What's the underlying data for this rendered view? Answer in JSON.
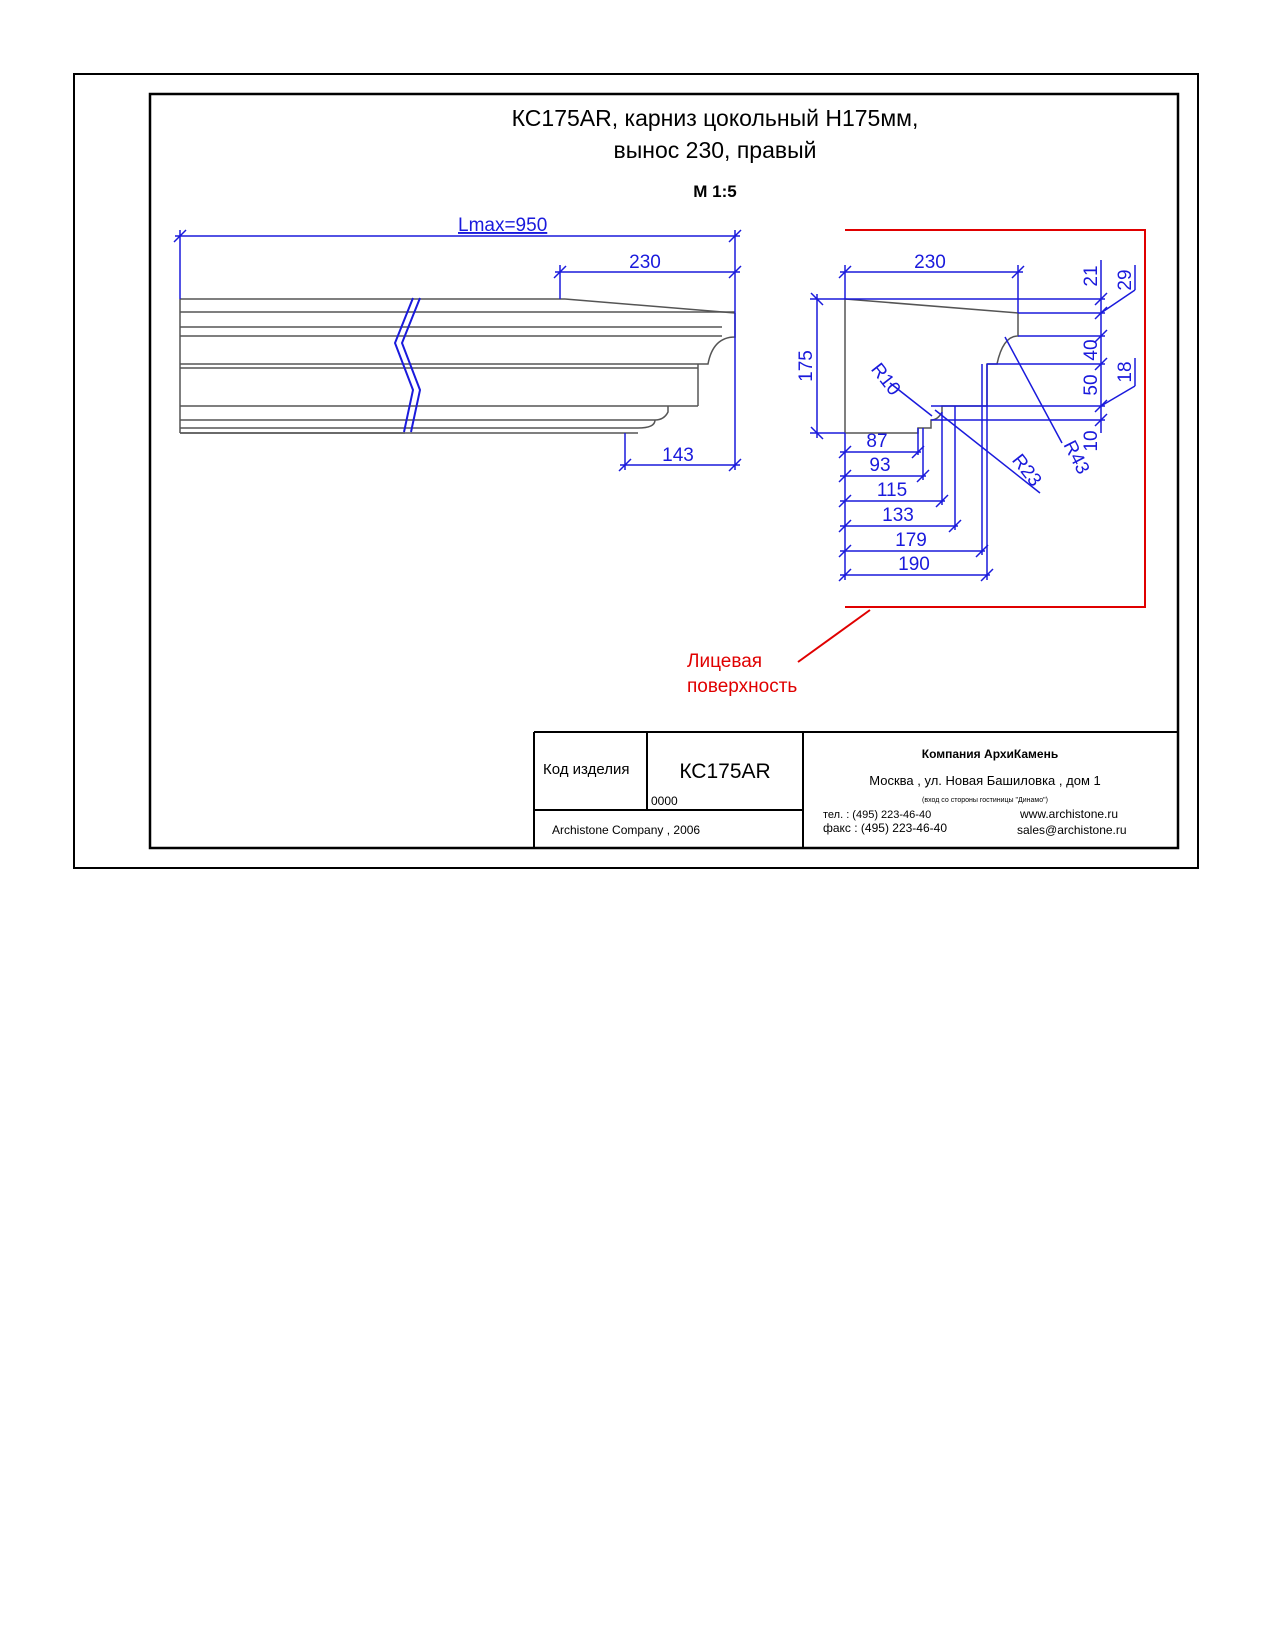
{
  "title": {
    "line1": "КС175АR, карниз цокольный Н175мм,",
    "line2": "вынос 230, правый",
    "scale": "М 1:5"
  },
  "front_view": {
    "length_label": "Lmax=950",
    "top_label": "230",
    "bottom_label": "143"
  },
  "section_view": {
    "width_top": "230",
    "height": "175",
    "right_dims": [
      "21",
      "29",
      "40",
      "18",
      "50",
      "10"
    ],
    "radii": [
      "R10",
      "R23",
      "R43"
    ],
    "bottom_dims": [
      "87",
      "93",
      "115",
      "133",
      "179",
      "190"
    ]
  },
  "face_label": {
    "line1": "Лицевая",
    "line2": "поверхность"
  },
  "title_block": {
    "code_label": "Код изделия",
    "code_value": "КС175АR",
    "number": "0000",
    "copyright": "Archistone  Company ,  2006",
    "company": "Компания  АрхиКамень",
    "address": "Москва , ул. Новая Башиловка , дом 1",
    "address_note": "(вход со стороны гостиницы \"Динамо\")",
    "phone": "тел.   :  (495) 223-46-40",
    "fax": "факс :  (495) 223-46-40",
    "website": "www.archistone.ru",
    "email": "sales@archistone.ru"
  },
  "colors": {
    "dimension": "#1a1adc",
    "face_line": "#e00000",
    "outline": "#000000"
  }
}
